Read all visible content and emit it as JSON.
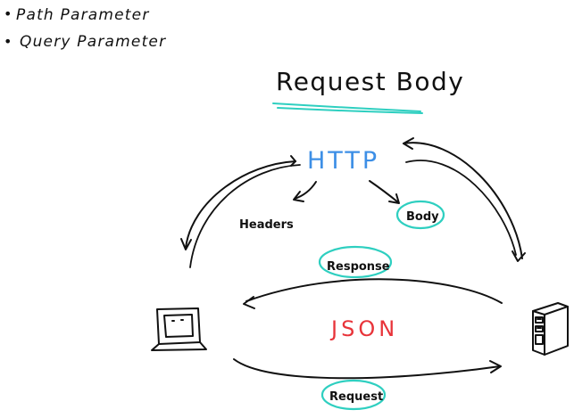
{
  "bullets": [
    {
      "marker": "•",
      "text": "Path Parameter"
    },
    {
      "marker": "•",
      "text": "Query Parameter"
    }
  ],
  "title": "Request Body",
  "protocol_label": "HTTP",
  "headers_label": "Headers",
  "body_label": "Body",
  "response_label": "Response",
  "format_label": "JSON",
  "request_label": "Request",
  "colors": {
    "ink": "#111111",
    "http_blue": "#3d8fe6",
    "json_red": "#e8343a",
    "highlight_cyan": "#2ecfc0"
  },
  "icons": {
    "client": "laptop-icon",
    "server": "server-tower-icon"
  }
}
